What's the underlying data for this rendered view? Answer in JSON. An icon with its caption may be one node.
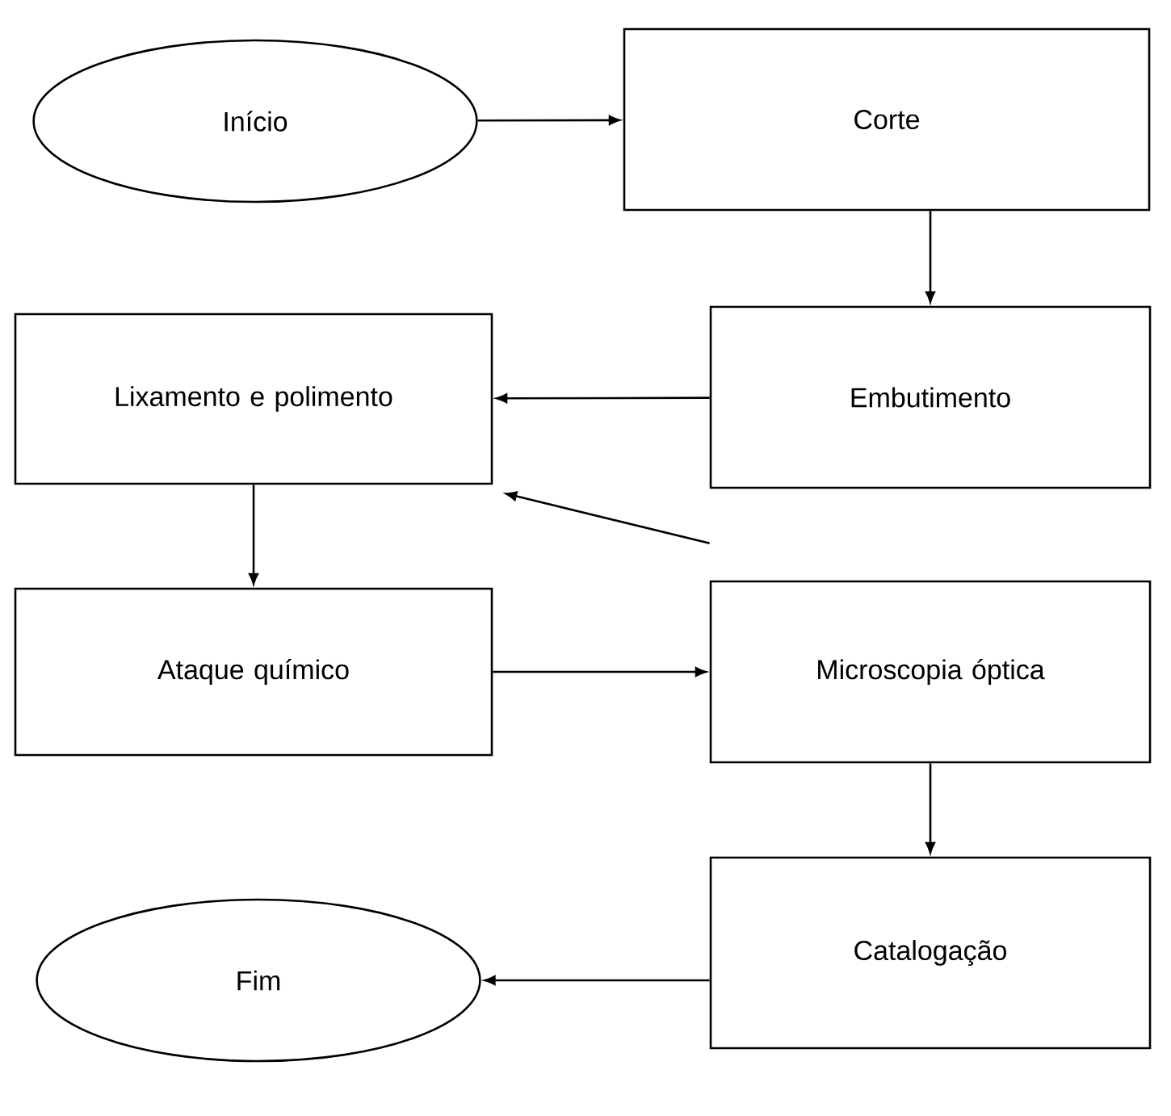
{
  "diagram": {
    "nodes": [
      {
        "text": [
          "Início"
        ]
      },
      {
        "text": [
          "Corte"
        ]
      },
      {
        "text": [
          "Lixamento e polimento"
        ]
      },
      {
        "text": [
          "Embutimento"
        ]
      },
      {
        "text": [
          "Ataque químico"
        ]
      },
      {
        "text": [
          "Microscopia óptica"
        ]
      },
      {
        "text": [
          "Fim"
        ]
      },
      {
        "text": [
          "Catalogação"
        ]
      }
    ],
    "edges": [
      {
        "from": 0,
        "to": 1,
        "arrow": "to"
      },
      {
        "from": 1,
        "to": 3,
        "arrow": "to"
      },
      {
        "from": 3,
        "to": 2,
        "arrow": "to"
      },
      {
        "from": 2,
        "to": 4,
        "arrow": "to"
      },
      {
        "from": 4,
        "to": 5,
        "arrow": "to"
      },
      {
        "from": 5,
        "to": 2,
        "arrow": "to"
      },
      {
        "from": 5,
        "to": 7,
        "arrow": "to"
      },
      {
        "from": 7,
        "to": 6,
        "arrow": "to"
      }
    ]
  }
}
